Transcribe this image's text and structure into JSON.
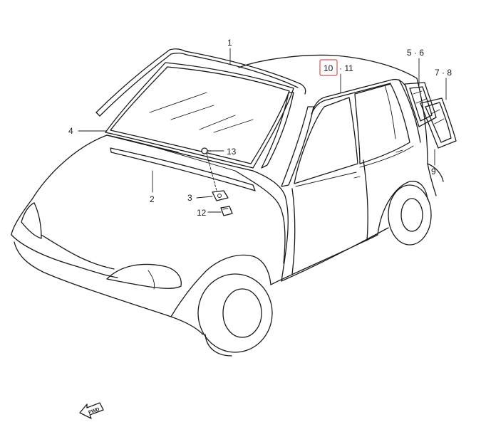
{
  "labels": {
    "p1": "1",
    "p2": "2",
    "p3": "3",
    "p4": "4",
    "p5_6": "5 · 6",
    "p7_8": "7 · 8",
    "p9": "9",
    "p10": "10",
    "p11": "· 11",
    "p12": "12",
    "p13": "13"
  },
  "fwd_label": "FWD",
  "highlight_color": "#d9534f"
}
